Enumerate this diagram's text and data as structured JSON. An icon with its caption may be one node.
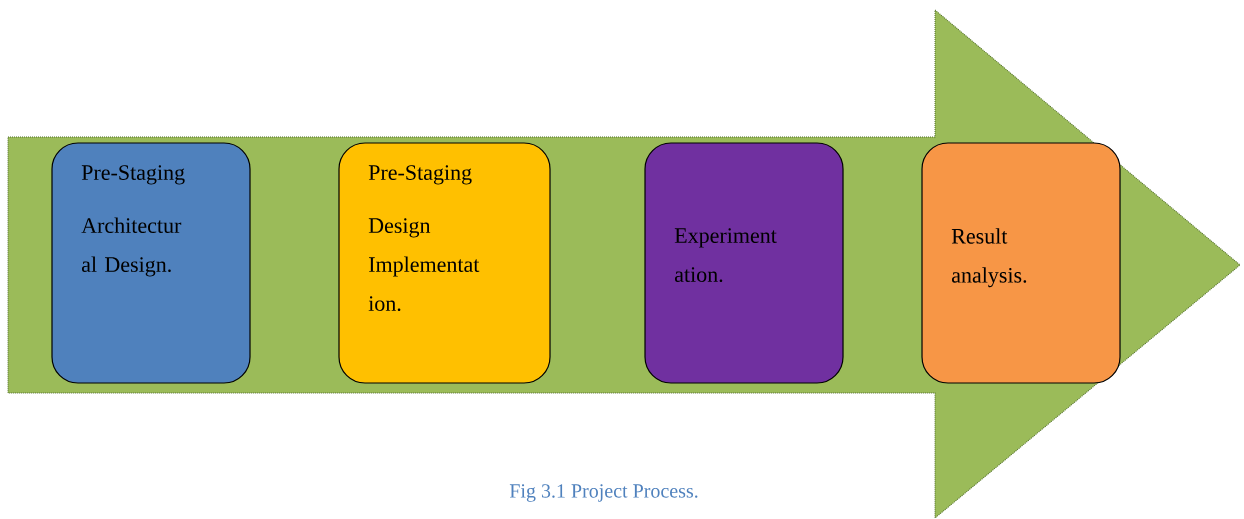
{
  "diagram": {
    "caption": "Fig 3.1 Project Process.",
    "nodes": [
      {
        "text": [],
        "shape": "arrow"
      },
      {
        "text": [
          "Pre-Staging",
          "Architectur al Design."
        ],
        "in": 0
      },
      {
        "text": [
          "Pre-Staging",
          "Design Implementat ion."
        ],
        "in": 0
      },
      {
        "text": [
          "Experiment ation."
        ],
        "in": 0
      },
      {
        "text": [
          "Result analysis."
        ],
        "in": 0
      }
    ]
  }
}
